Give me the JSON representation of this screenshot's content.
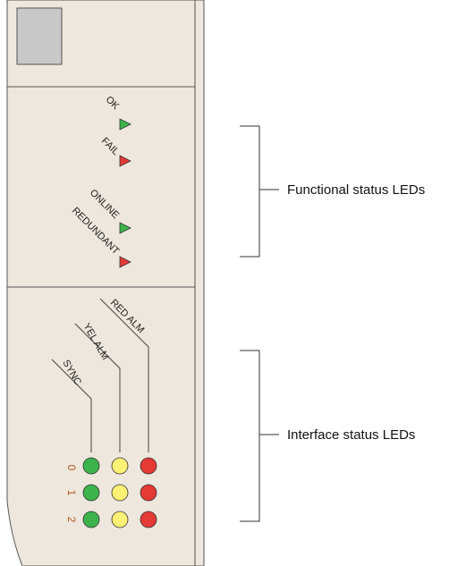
{
  "panel": {
    "colors": {
      "face": "#ede7dd",
      "border": "#555555",
      "handle": "#c8c8c8",
      "green": "#3cb44b",
      "red": "#e53935",
      "yellow": "#fff176",
      "number": "#b35a1f"
    }
  },
  "functional": {
    "leds": [
      {
        "label": "OK",
        "color": "green"
      },
      {
        "label": "FAIL",
        "color": "red"
      },
      {
        "label": "ONLINE",
        "color": "green"
      },
      {
        "label": "REDUNDANT",
        "color": "red"
      }
    ],
    "callout": "Functional status LEDs"
  },
  "interface": {
    "columns": [
      {
        "label": "SYNC",
        "color": "green"
      },
      {
        "label": "YEL ALM",
        "color": "yellow"
      },
      {
        "label": "RED ALM",
        "color": "red"
      }
    ],
    "rows": [
      "0",
      "1",
      "2"
    ],
    "callout": "Interface status LEDs"
  }
}
